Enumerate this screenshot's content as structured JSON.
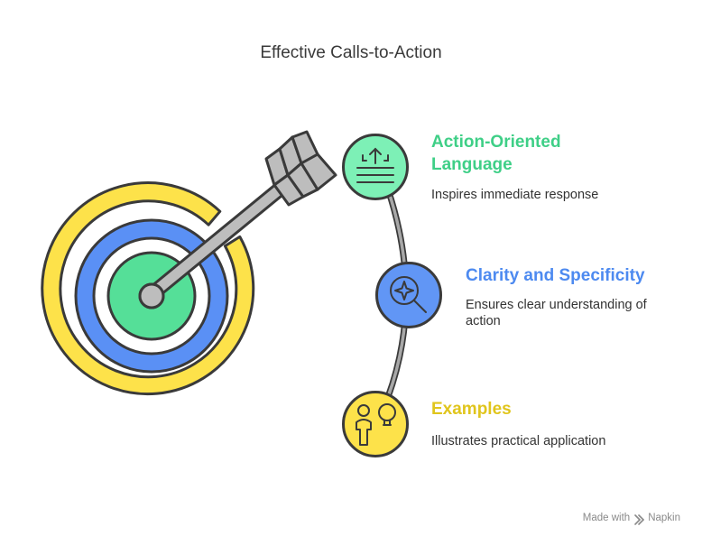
{
  "title": "Effective Calls-to-Action",
  "items": [
    {
      "title": "Action-Oriented Language",
      "description": "Inspires immediate response",
      "color": "#3fcf87",
      "icon": "upload-lines-icon"
    },
    {
      "title": "Clarity and Specificity",
      "description": "Ensures clear understanding of action",
      "color": "#4d8af0",
      "icon": "magnifier-sparkle-icon"
    },
    {
      "title": "Examples",
      "description": "Illustrates practical application",
      "color": "#f7dc2a",
      "icon": "person-lightbulb-icon"
    }
  ],
  "target_colors": {
    "outer": "#fde24a",
    "middle": "#5a90f5",
    "inner": "#55df98",
    "center": "#bdbdbd"
  },
  "footer": {
    "made_with": "Made with",
    "brand": "Napkin"
  }
}
